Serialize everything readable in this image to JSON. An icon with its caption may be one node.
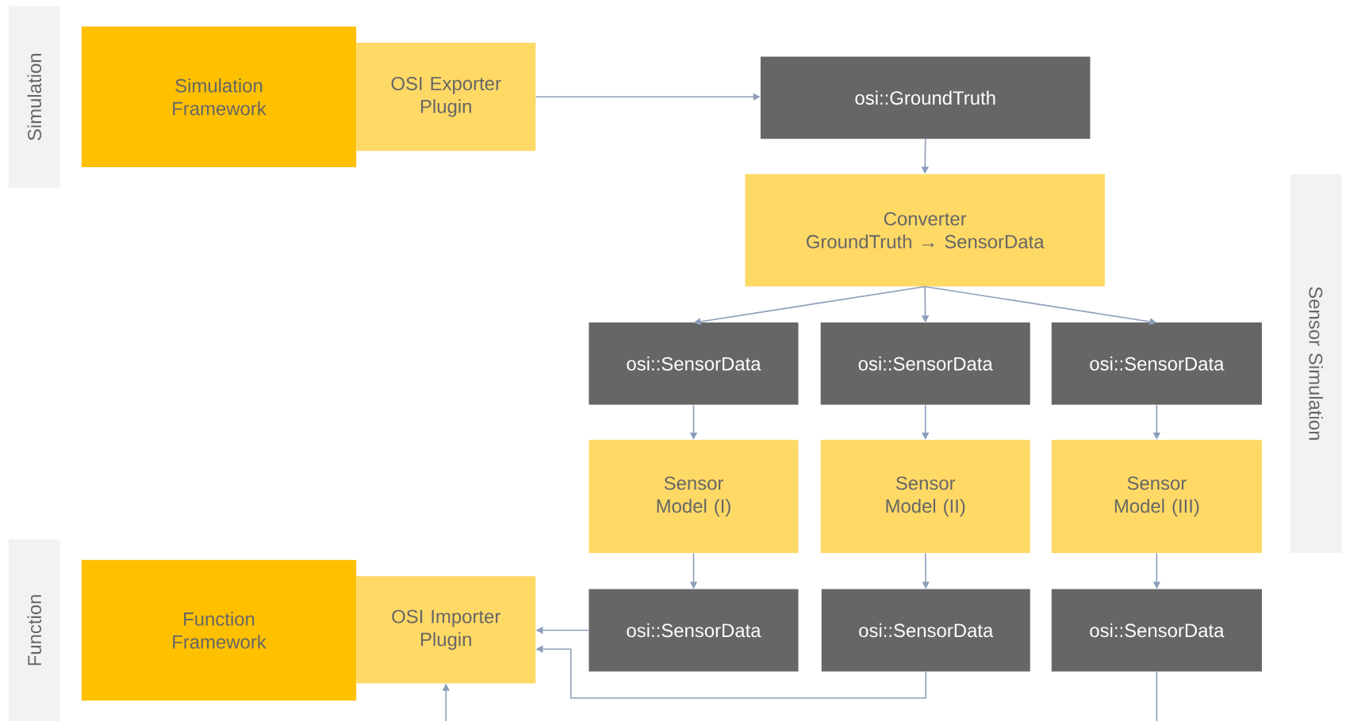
{
  "diagram": {
    "nodes": [
      {
        "text": [
          "Simulation"
        ]
      },
      {
        "text": [
          "Simulation Framework"
        ]
      },
      {
        "text": [
          "OSI Exporter Plugin"
        ]
      },
      {
        "text": [
          "osi::GroundTruth"
        ]
      },
      {
        "text": [
          "Converter",
          "GroundTruth → SensorData"
        ]
      },
      {
        "text": [
          "Sensor Simulation"
        ]
      },
      {
        "text": [
          "osi::SensorData"
        ]
      },
      {
        "text": [
          "osi::SensorData"
        ]
      },
      {
        "text": [
          "osi::SensorData"
        ]
      },
      {
        "text": [
          "Sensor Model (I)"
        ]
      },
      {
        "text": [
          "Sensor Model (II)"
        ]
      },
      {
        "text": [
          "Sensor Model (III)"
        ]
      },
      {
        "text": [
          "Function"
        ]
      },
      {
        "text": [
          "Function Framework"
        ]
      },
      {
        "text": [
          "OSI Importer Plugin"
        ]
      },
      {
        "text": [
          "osi::SensorData"
        ]
      },
      {
        "text": [
          "osi::SensorData"
        ]
      },
      {
        "text": [
          "osi::SensorData"
        ]
      }
    ],
    "edges": [
      {
        "from": 2,
        "to": 3,
        "arrow": "to"
      },
      {
        "from": 3,
        "to": 4,
        "arrow": "to"
      },
      {
        "from": 4,
        "to": 6,
        "arrow": "to"
      },
      {
        "from": 4,
        "to": 7,
        "arrow": "to"
      },
      {
        "from": 4,
        "to": 8,
        "arrow": "to"
      },
      {
        "from": 6,
        "to": 9,
        "arrow": "to"
      },
      {
        "from": 7,
        "to": 10,
        "arrow": "to"
      },
      {
        "from": 8,
        "to": 11,
        "arrow": "to"
      },
      {
        "from": 9,
        "to": 15,
        "arrow": "to"
      },
      {
        "from": 10,
        "to": 16,
        "arrow": "to"
      },
      {
        "from": 11,
        "to": 17,
        "arrow": "to"
      },
      {
        "from": 15,
        "to": 14,
        "arrow": "to"
      },
      {
        "from": 16,
        "to": 14,
        "arrow": "to"
      },
      {
        "from": 17,
        "to": null,
        "arrow": "none"
      },
      {
        "from": null,
        "to": 14,
        "arrow": "to"
      }
    ]
  }
}
